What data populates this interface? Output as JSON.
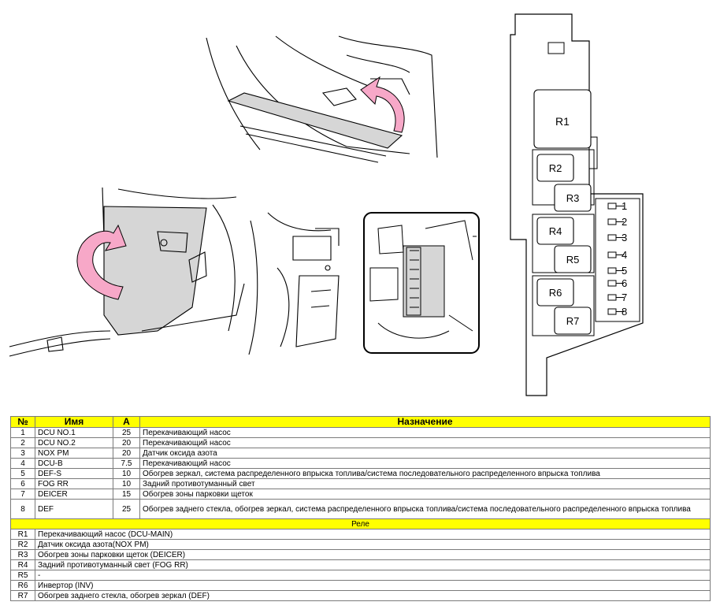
{
  "table": {
    "headers": {
      "num": "№",
      "name": "Имя",
      "amp": "А",
      "purpose": "Назначение"
    },
    "fuses": [
      {
        "num": "1",
        "name": "DCU NO.1",
        "amp": "25",
        "purpose": "Перекачивающий насос"
      },
      {
        "num": "2",
        "name": "DCU NO.2",
        "amp": "20",
        "purpose": "Перекачивающий насос"
      },
      {
        "num": "3",
        "name": "NOX PM",
        "amp": "20",
        "purpose": "Датчик оксида азота"
      },
      {
        "num": "4",
        "name": "DCU-B",
        "amp": "7.5",
        "purpose": "Перекачивающий насос"
      },
      {
        "num": "5",
        "name": "DEF-S",
        "amp": "10",
        "purpose": "Обогрев зеркал, система распределенного впрыска топлива/система последовательного распределенного впрыска топлива"
      },
      {
        "num": "6",
        "name": "FOG RR",
        "amp": "10",
        "purpose": "Задний противотуманный свет"
      },
      {
        "num": "7",
        "name": "DEICER",
        "amp": "15",
        "purpose": "Обогрев зоны парковки щеток"
      },
      {
        "num": "8",
        "name": "DEF",
        "amp": "25",
        "purpose": "Обогрев заднего стекла, обогрев зеркал, система распределенного впрыска топлива/система последовательного распределенного впрыска топлива"
      }
    ],
    "relay_section": "Реле",
    "relays": [
      {
        "id": "R1",
        "purpose": "Перекачивающий насос (DCU-MAIN)"
      },
      {
        "id": "R2",
        "purpose": "Датчик оксида азота(NOX PM)"
      },
      {
        "id": "R3",
        "purpose": "Обогрев зоны парковки щеток (DEICER)"
      },
      {
        "id": "R4",
        "purpose": "Задний противотуманный свет (FOG RR)"
      },
      {
        "id": "R5",
        "purpose": "-"
      },
      {
        "id": "R6",
        "purpose": "Инвертор (INV)"
      },
      {
        "id": "R7",
        "purpose": "Обогрев заднего стекла, обогрев зеркал (DEF)"
      }
    ]
  },
  "fusebox": {
    "relay_labels": [
      "R1",
      "R2",
      "R3",
      "R4",
      "R5",
      "R6",
      "R7"
    ],
    "fuse_labels": [
      "1",
      "2",
      "3",
      "4",
      "5",
      "6",
      "7",
      "8"
    ]
  },
  "colors": {
    "header_bg": "#ffff00",
    "arrow_pink": "#f7a8c8",
    "panel_gray": "#d6d6d6"
  }
}
